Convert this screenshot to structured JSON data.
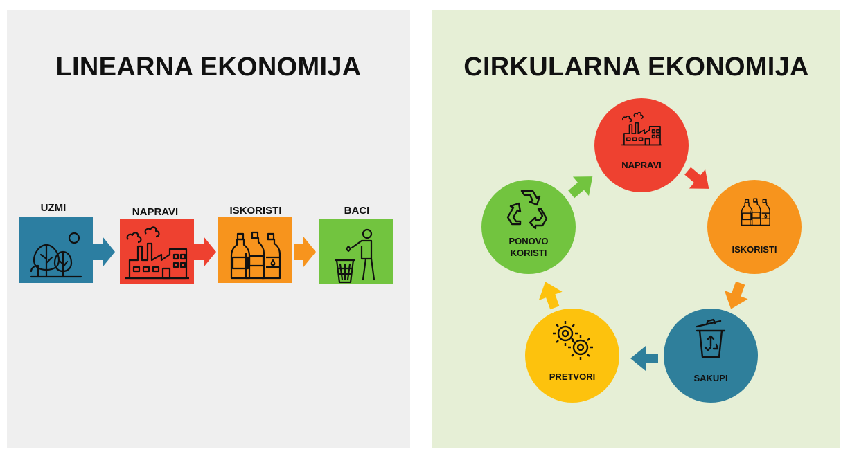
{
  "linear": {
    "title": "LINEARNA EKONOMIJA",
    "steps": [
      {
        "label": "UZMI",
        "color": "#2c7ea1",
        "icon": "trees-icon"
      },
      {
        "label": "NAPRAVI",
        "color": "#ee4130",
        "icon": "factory-icon"
      },
      {
        "label": "ISKORISTI",
        "color": "#f7941d",
        "icon": "bottles-icon"
      },
      {
        "label": "BACI",
        "color": "#72c43f",
        "icon": "person-trash-icon"
      }
    ],
    "arrow_colors": [
      "#2c7ea1",
      "#ee4130",
      "#f7941d"
    ]
  },
  "circular": {
    "title": "CIRKULARNA EKONOMIJA",
    "nodes": [
      {
        "label": "NAPRAVI",
        "color": "#ee4130",
        "icon": "factory-icon"
      },
      {
        "label": "ISKORISTI",
        "color": "#f7941d",
        "icon": "bottles-icon"
      },
      {
        "label": "SAKUPI",
        "color": "#2f7f9b",
        "icon": "recycle-bin-icon"
      },
      {
        "label": "PRETVORI",
        "color": "#fdc20d",
        "icon": "gears-icon"
      },
      {
        "label_line1": "PONOVO",
        "label_line2": "KORISTI",
        "color": "#72c43f",
        "icon": "recycle-icon"
      }
    ],
    "arrow_colors": [
      "#ee4130",
      "#f7941d",
      "#2f7f9b",
      "#fdc20d",
      "#72c43f"
    ]
  }
}
